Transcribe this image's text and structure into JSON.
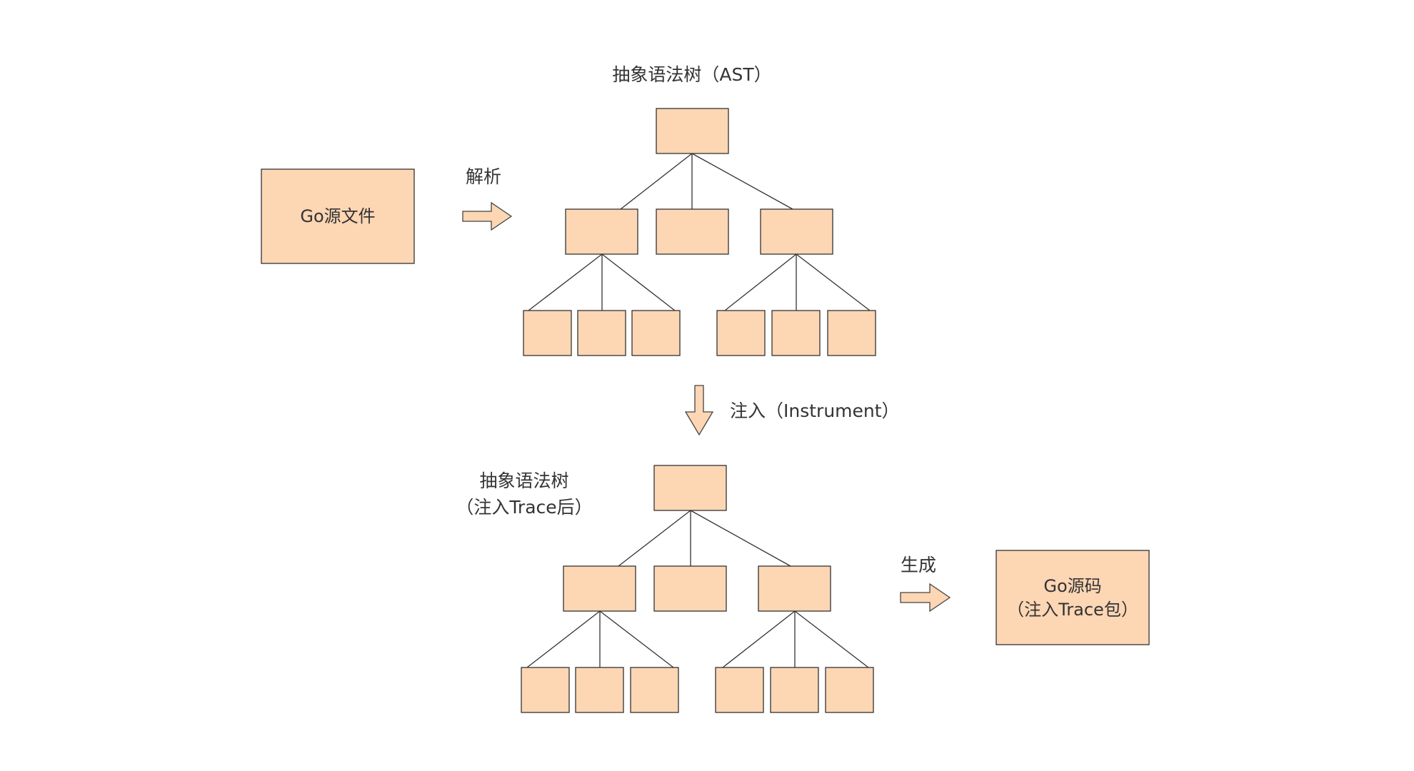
{
  "source_file": {
    "label": "Go源文件"
  },
  "parse_step": {
    "label": "解析"
  },
  "ast_original": {
    "title": "抽象语法树（AST）"
  },
  "instrument_step": {
    "label": "注入（Instrument）"
  },
  "ast_instrumented": {
    "title_line1": "抽象语法树",
    "title_line2": "（注入Trace后）"
  },
  "generate_step": {
    "label": "生成"
  },
  "output_file": {
    "line1": "Go源码",
    "line2": "（注入Trace包）"
  },
  "colors": {
    "node_fill": "#fdd6b4",
    "stroke": "#333333"
  }
}
